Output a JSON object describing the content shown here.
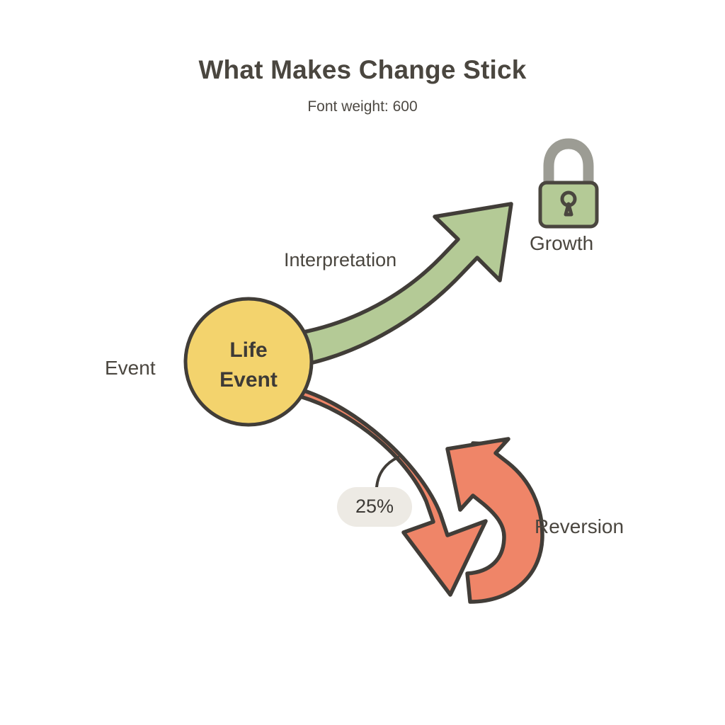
{
  "header": {
    "title": "What Makes Change Stick",
    "subtitle": "Font weight: 600"
  },
  "diagram": {
    "type": "concept-flow-diagram",
    "central_node": {
      "label_line1": "Life",
      "label_line2": "Event",
      "shape": "circle",
      "fill": "#f3d36d",
      "stroke": "#413d38"
    },
    "left_label": "Event",
    "branches": [
      {
        "id": "growth",
        "edge_label": "Interpretation",
        "target_label": "Growth",
        "color": "#b4ca96",
        "direction": "up-right",
        "icon": "lock-icon"
      },
      {
        "id": "reversion",
        "edge_label": "",
        "target_label": "Reversion",
        "color": "#ef8568",
        "direction": "down-loop",
        "badge": "25%"
      }
    ],
    "badge": {
      "value": "25%",
      "fill": "#edeae4",
      "text_color": "#3d3a36"
    },
    "icons": {
      "lock": {
        "name": "lock-icon",
        "body_fill": "#b4ca96",
        "shackle_fill": "#9c9c94",
        "stroke": "#4a463f"
      }
    },
    "palette": {
      "yellow": "#f3d36d",
      "green": "#b4ca96",
      "orange": "#ef8568",
      "outline": "#413d38",
      "badge_gray": "#edeae4",
      "background": "#ffffff"
    }
  }
}
